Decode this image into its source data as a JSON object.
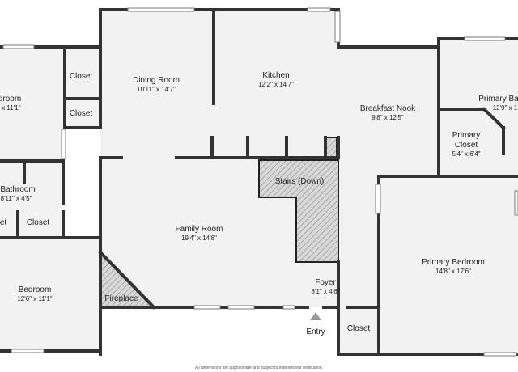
{
  "rooms": {
    "bedroom_left_top": {
      "name": "droom",
      "dims": "' x 11'1\""
    },
    "closet_a": {
      "name": "Closet"
    },
    "closet_b": {
      "name": "Closet"
    },
    "dining_room": {
      "name": "Dining Room",
      "dims": "10'11\" x 14'7\""
    },
    "kitchen": {
      "name": "Kitchen",
      "dims": "12'2\" x 14'7\""
    },
    "breakfast_nook": {
      "name": "Breakfast Nook",
      "dims": "9'8\" x 12'5\""
    },
    "primary_bath": {
      "name": "Primary Ba",
      "dims": "12'9\" x 1"
    },
    "primary_closet": {
      "name_line1": "Primary",
      "name_line2": "Closet",
      "dims": "5'4\" x 6'4\""
    },
    "bathroom": {
      "name": "Bathroom",
      "dims": "8'11\" x 4'5\""
    },
    "closet_c": {
      "name": "et"
    },
    "closet_d": {
      "name": "Closet"
    },
    "stairs": {
      "name": "Stairs (Down)"
    },
    "family_room": {
      "name": "Family Room",
      "dims": "19'4\" x 14'8\""
    },
    "primary_bedroom": {
      "name": "Primary Bedroom",
      "dims": "14'8\" x 17'6\""
    },
    "bedroom_left_bottom": {
      "name": "Bedroom",
      "dims": "12'6\" x 11'1\""
    },
    "fireplace": {
      "name": "Fireplace"
    },
    "foyer": {
      "name": "Foyer",
      "dims": "8'1\" x 4'6\""
    },
    "closet_e": {
      "name": "Closet"
    }
  },
  "entry_label": "Entry",
  "footer_note": "All dimensions are approximate and subject to independent verification."
}
